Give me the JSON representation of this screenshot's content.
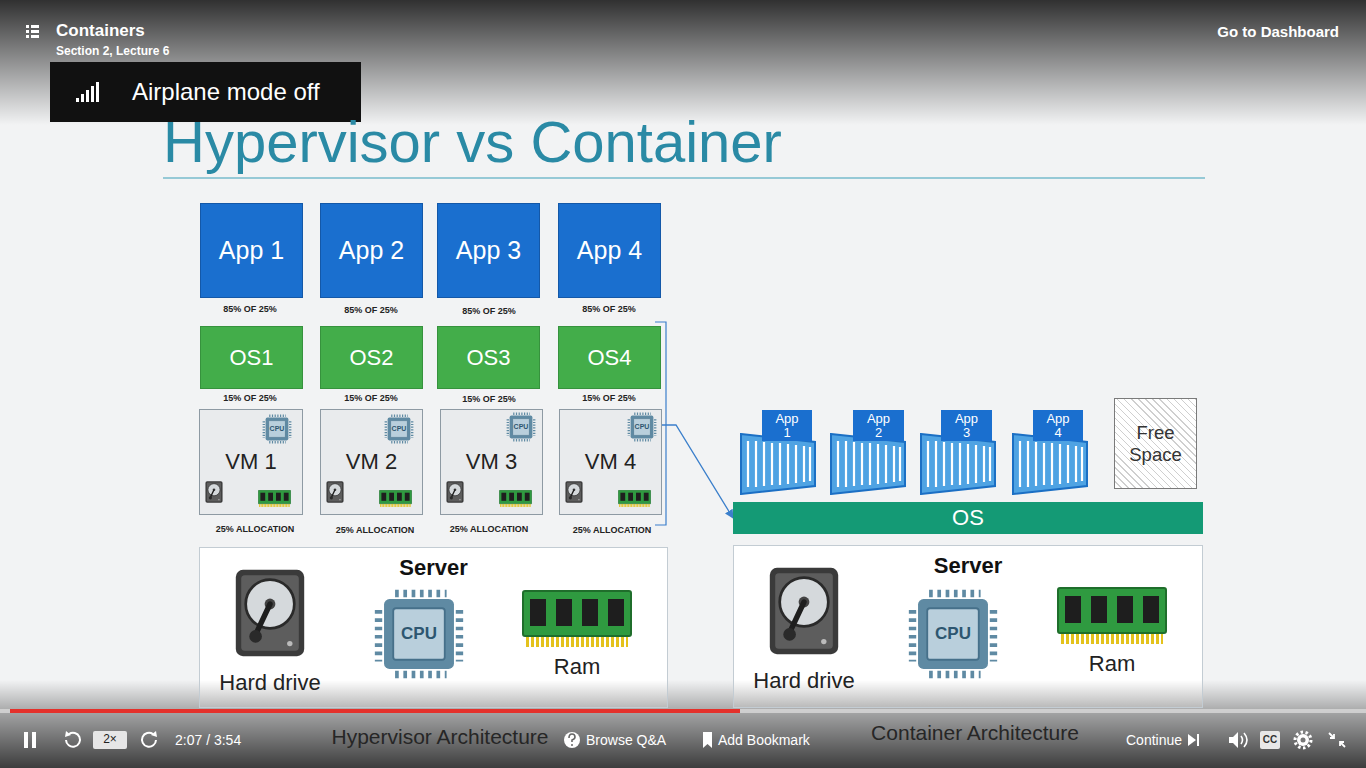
{
  "diagram": {
    "title": "Hypervisor vs Container",
    "nodes": [
      {
        "text": [
          "App 1"
        ]
      },
      {
        "text": [
          "App 2"
        ]
      },
      {
        "text": [
          "App 3"
        ]
      },
      {
        "text": [
          "App 4"
        ]
      },
      {
        "text": [
          "OS1"
        ]
      },
      {
        "text": [
          "OS2"
        ]
      },
      {
        "text": [
          "OS3"
        ]
      },
      {
        "text": [
          "OS4"
        ]
      },
      {
        "text": [
          "VM 1"
        ]
      },
      {
        "text": [
          "VM 2"
        ]
      },
      {
        "text": [
          "VM 3"
        ]
      },
      {
        "text": [
          "VM 4"
        ]
      },
      {
        "text": [
          "Server"
        ]
      },
      {
        "text": [
          "App 1"
        ]
      },
      {
        "text": [
          "App 2"
        ]
      },
      {
        "text": [
          "App 3"
        ]
      },
      {
        "text": [
          "App 4"
        ]
      },
      {
        "text": [
          "Free Space"
        ]
      },
      {
        "text": [
          "OS"
        ]
      },
      {
        "text": [
          "Server"
        ]
      }
    ],
    "edges": [
      {
        "from": 11,
        "to": 18,
        "arrow": "to"
      }
    ],
    "labels": [
      "85% OF 25%",
      "85% OF 25%",
      "85% OF 25%",
      "85% OF 25%",
      "15% OF 25%",
      "15% OF 25%",
      "15% OF 25%",
      "15% OF 25%",
      "25% ALLOCATION",
      "25% ALLOCATION",
      "25% ALLOCATION",
      "25% ALLOCATION",
      "CPU",
      "CPU",
      "CPU",
      "CPU",
      "CPU",
      "Hard drive",
      "Ram",
      "CPU",
      "Hard drive",
      "Ram",
      "Hypervisor Architecture",
      "Container Architecture",
      "Containers",
      "Section 2, Lecture 6",
      "Go to Dashboard",
      "Airplane mode off",
      "2×",
      "2:07 / 3:54",
      "Browse Q&A",
      "Add Bookmark",
      "Continue",
      "CC"
    ]
  }
}
